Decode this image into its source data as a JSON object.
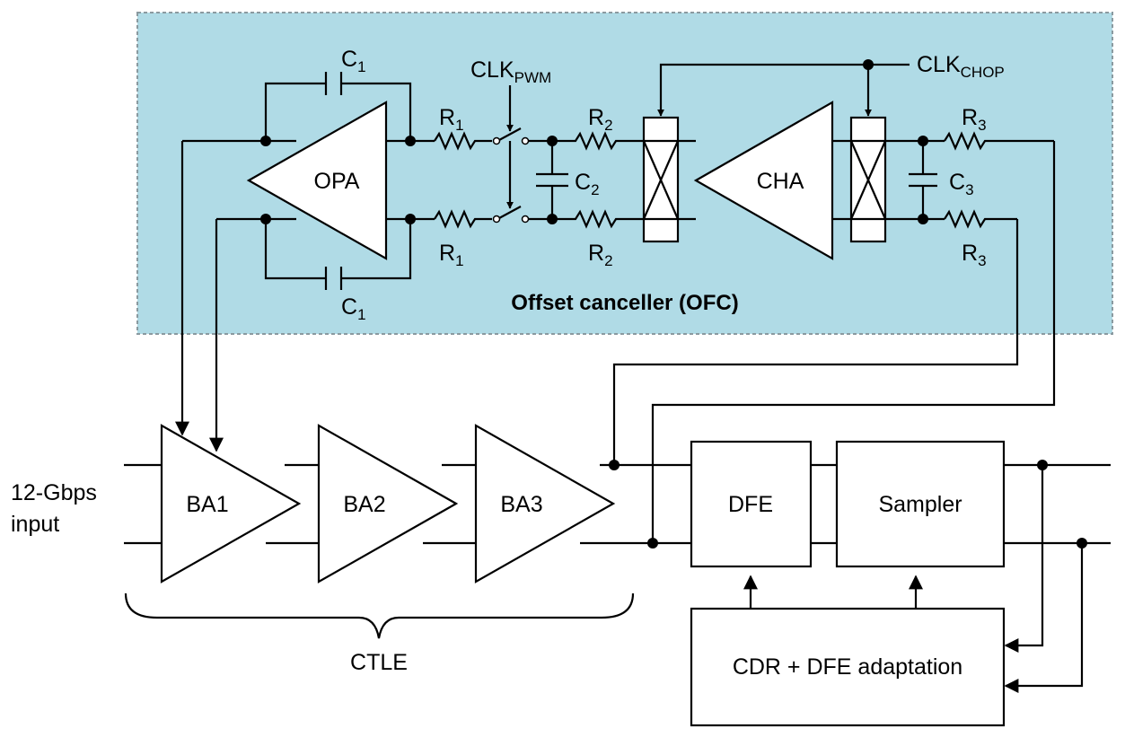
{
  "colors": {
    "ofc_background": "#b0dbe6",
    "ofc_border": "#8a9aa0",
    "line": "#000000",
    "block_fill": "#ffffff"
  },
  "ofc": {
    "title": "Offset canceller (OFC)",
    "opa": "OPA",
    "cha": "CHA",
    "c1": {
      "main": "C",
      "sub": "1"
    },
    "c2": {
      "main": "C",
      "sub": "2"
    },
    "c3": {
      "main": "C",
      "sub": "3"
    },
    "r1": {
      "main": "R",
      "sub": "1"
    },
    "r2": {
      "main": "R",
      "sub": "2"
    },
    "r3": {
      "main": "R",
      "sub": "3"
    },
    "clk_pwm": {
      "main": "CLK",
      "sub": "PWM"
    },
    "clk_chop": {
      "main": "CLK",
      "sub": "CHOP"
    }
  },
  "input_label": {
    "line1": "12-Gbps",
    "line2": "input"
  },
  "ctle": {
    "label": "CTLE",
    "stages": [
      "BA1",
      "BA2",
      "BA3"
    ]
  },
  "blocks": {
    "dfe": "DFE",
    "sampler": "Sampler",
    "cdr": "CDR + DFE adaptation"
  }
}
